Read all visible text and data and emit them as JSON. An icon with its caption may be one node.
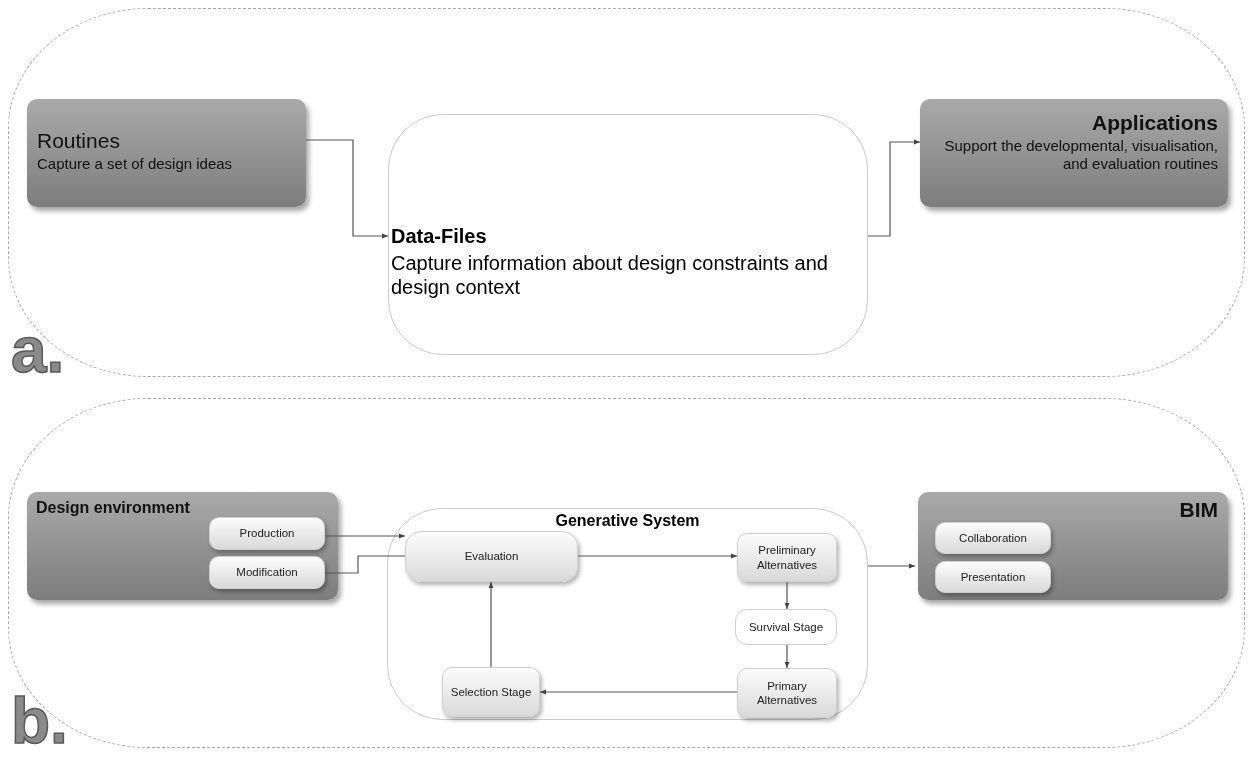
{
  "diagram": {
    "nodes": [
      {
        "text": [
          "a."
        ]
      },
      {
        "text": [
          "Routines",
          "Capture a set of design ideas"
        ],
        "in": 0
      },
      {
        "text": [
          "Data-Files",
          "Capture information about design constraints and design context"
        ],
        "in": 0
      },
      {
        "text": [
          "Applications",
          "Support the developmental, visualisation, and evaluation routines"
        ],
        "in": 0
      },
      {
        "text": [
          "b."
        ]
      },
      {
        "text": [
          "Design environment"
        ],
        "in": 4
      },
      {
        "text": [
          "Production"
        ],
        "in": 5
      },
      {
        "text": [
          "Modification"
        ],
        "in": 5
      },
      {
        "text": [
          "Generative System"
        ],
        "in": 4
      },
      {
        "text": [
          "Evaluation"
        ],
        "in": 8
      },
      {
        "text": [
          "Preliminary Alternatives"
        ],
        "in": 8
      },
      {
        "text": [
          "Survival Stage"
        ],
        "in": 8
      },
      {
        "text": [
          "Primary Alternatives"
        ],
        "in": 8
      },
      {
        "text": [
          "Selection Stage"
        ],
        "in": 8
      },
      {
        "text": [
          "BIM"
        ],
        "in": 4
      },
      {
        "text": [
          "Collaboration"
        ],
        "in": 14
      },
      {
        "text": [
          "Presentation"
        ],
        "in": 14
      }
    ],
    "edges": [
      {
        "from": 1,
        "to": 2,
        "arrow": "to"
      },
      {
        "from": 2,
        "to": 3,
        "arrow": "to"
      },
      {
        "from": 6,
        "to": 9,
        "arrow": "to"
      },
      {
        "from": 7,
        "to": 9,
        "arrow": "none"
      },
      {
        "from": 9,
        "to": 10,
        "arrow": "to"
      },
      {
        "from": 10,
        "to": 11,
        "arrow": "to"
      },
      {
        "from": 11,
        "to": 12,
        "arrow": "to"
      },
      {
        "from": 12,
        "to": 13,
        "arrow": "to"
      },
      {
        "from": 13,
        "to": 9,
        "arrow": "to"
      },
      {
        "from": 8,
        "to": 14,
        "arrow": "to"
      }
    ]
  }
}
